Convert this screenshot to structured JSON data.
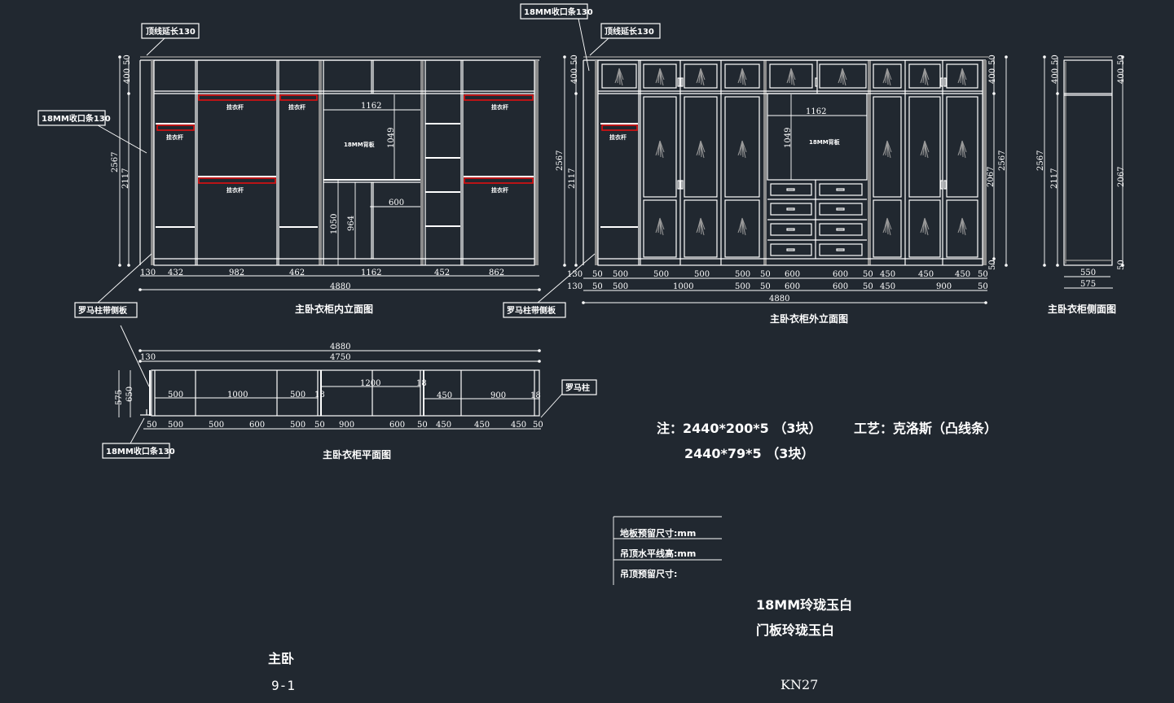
{
  "drawing": {
    "background": "#212830",
    "accent_red": "#e01010",
    "callouts": {
      "top_line_ext_left": "顶线延长130",
      "edge_strip_left": "18MM收口条130",
      "roman_pillar_left": "罗马柱带侧板",
      "edge_strip_mid": "18MM收口条130",
      "top_line_ext_mid": "顶线延长130",
      "roman_pillar_mid": "罗马柱带侧板",
      "edge_strip_plan": "18MM收口条130",
      "roman_pillar_plan": "罗马柱"
    },
    "interior": {
      "title": "主卧衣柜内立面图",
      "hanging_rod": "挂衣杆",
      "back_panel": "18MM背板",
      "height_dims": [
        "50",
        "400",
        "2567",
        "2117"
      ],
      "inner_dims": [
        "1162",
        "1049",
        "1050",
        "964",
        "600"
      ],
      "bottom_dims": [
        "130",
        "432",
        "982",
        "462",
        "1162",
        "452",
        "862"
      ],
      "total": "4880"
    },
    "exterior": {
      "title": "主卧衣柜外立面图",
      "back_panel": "18MM背板",
      "hanging_rod": "挂衣杆",
      "height_dims_left": [
        "50",
        "400",
        "2567",
        "2117"
      ],
      "height_dims_right": [
        "50",
        "400",
        "2067",
        "2567",
        "50"
      ],
      "inner_dims": [
        "1162",
        "1049"
      ],
      "row1": [
        "130",
        "50",
        "500",
        "500",
        "500",
        "500",
        "50",
        "600",
        "600",
        "50",
        "450",
        "450",
        "450",
        "50"
      ],
      "row2": [
        "130",
        "50",
        "500",
        "1000",
        "500",
        "50",
        "600",
        "600",
        "50",
        "450",
        "900",
        "50"
      ],
      "total": "4880"
    },
    "side": {
      "title": "主卧衣柜侧面图",
      "left_dims": [
        "50",
        "400",
        "2567",
        "2117"
      ],
      "right_dims": [
        "50",
        "400",
        "2067",
        "50"
      ],
      "bottom_dims": [
        "550",
        "575"
      ]
    },
    "plan": {
      "title": "主卧衣柜平面图",
      "top_total": "4880",
      "second_row": [
        "130",
        "4750"
      ],
      "depth_dims": [
        "575",
        "650"
      ],
      "inner_row": [
        "500",
        "1000",
        "500",
        "18",
        "1200",
        "18",
        "450",
        "900",
        "18"
      ],
      "bottom_row": [
        "50",
        "500",
        "500",
        "600",
        "500",
        "50",
        "900",
        "600",
        "50",
        "450",
        "450",
        "450",
        "50"
      ]
    },
    "notes": {
      "note_line1": "注：2440*200*5 （3块）",
      "note_line2": "2440*79*5 （3块）",
      "craft": "工艺：克洛斯（凸线条）"
    },
    "table": {
      "rows": [
        "地板预留尺寸:mm",
        "吊顶水平线高:mm",
        "吊顶预留尺寸:"
      ]
    },
    "materials": [
      "18MM玲珑玉白",
      "门板玲珑玉白"
    ],
    "room": "主卧",
    "sheet": "9-1",
    "code": "KN27"
  }
}
